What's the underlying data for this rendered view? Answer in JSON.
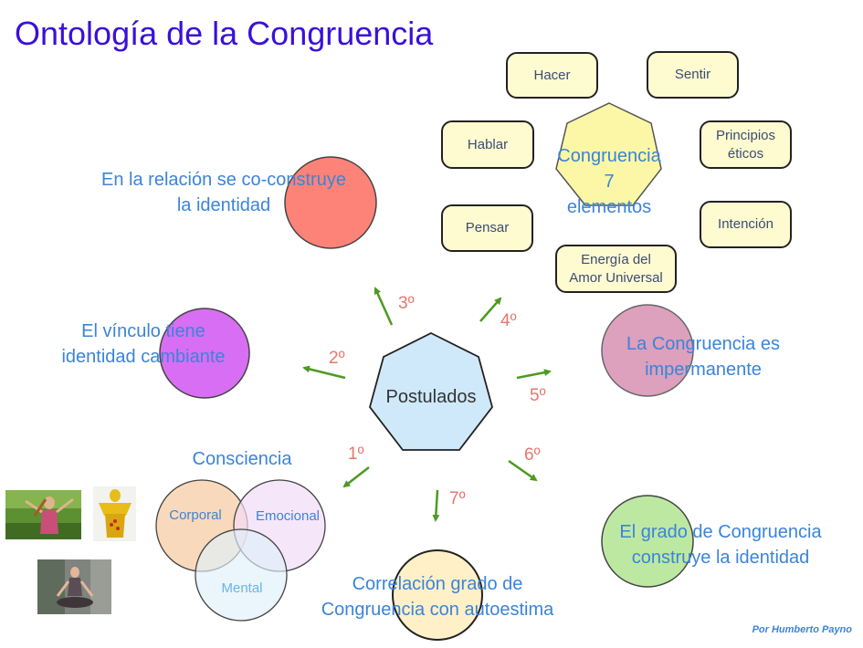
{
  "title": "Ontología de la Congruencia",
  "center": "Postulados",
  "congruence": {
    "line1": "Congruencia",
    "line2": "7",
    "line3": "elementos"
  },
  "elements": {
    "hacer": "Hacer",
    "sentir": "Sentir",
    "hablar": "Hablar",
    "principios_1": "Principios",
    "principios_2": "éticos",
    "pensar": "Pensar",
    "intencion": "Intención",
    "energia_1": "Energía del",
    "energia_2": "Amor Universal"
  },
  "numbers": [
    "1º",
    "2º",
    "3º",
    "4º",
    "5º",
    "6º",
    "7º"
  ],
  "postulates": {
    "p3_line1": "En la relación se co-construye",
    "p3_line2": "la identidad",
    "p2_line1": "El vínculo tiene",
    "p2_line2": "identidad cambiante",
    "p5_line1": "La Congruencia es",
    "p5_line2": "impermanente",
    "p6_line1": "El grado de Congruencia",
    "p6_line2": "construye la identidad",
    "p7_line1": "Correlación grado de",
    "p7_line2": "Congruencia con autoestima"
  },
  "consciencia": {
    "title": "Consciencia",
    "corporal": "Corporal",
    "emocional": "Emocional",
    "mental": "Mental"
  },
  "credit": "Por Humberto Payno",
  "colors": {
    "title": "#3a10d8",
    "text_blue": "#3b84d9",
    "number": "#e5776c",
    "arrow": "#4e9a22",
    "heptagon_center": "#cfe9fb",
    "heptagon_congruence": "#fbf7a6",
    "circle_red": "#fd8378",
    "circle_violet": "#d86ef3",
    "circle_pink": "#dda0bd",
    "circle_green": "#bde8a2",
    "circle_cream": "#fff0c8",
    "venn_corporal": "#f8d4b2",
    "venn_emocional": "#f2dcf6",
    "venn_mental": "#def0fb"
  }
}
